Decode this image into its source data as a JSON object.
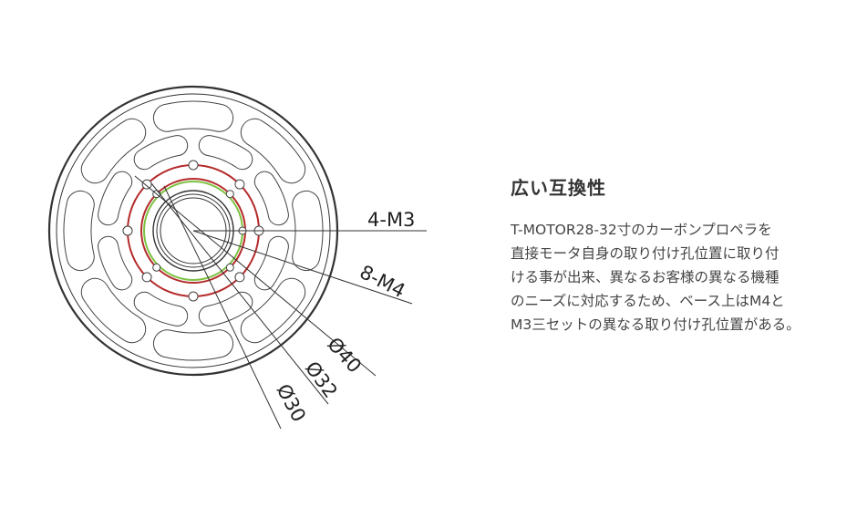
{
  "diagram": {
    "labels": {
      "m3": "4-M3",
      "m4": "8-M4",
      "d40": "Ø40",
      "d32": "Ø32",
      "d30": "Ø30"
    },
    "colors": {
      "outline": "#333333",
      "circle_40": "#b52a2a",
      "circle_32": "#b52a2a",
      "circle_30": "#7dc242"
    }
  },
  "info": {
    "title": "広い互換性",
    "lines": [
      "T-MOTOR28-32寸のカーボンプロペラを",
      "直接モータ自身の取り付け孔位置に取り付",
      "ける事が出来、異なるお客様の異なる機種",
      "のニーズに対応するため、ベース上はM4と",
      "M3三セットの異なる取り付け孔位置がある。"
    ]
  }
}
